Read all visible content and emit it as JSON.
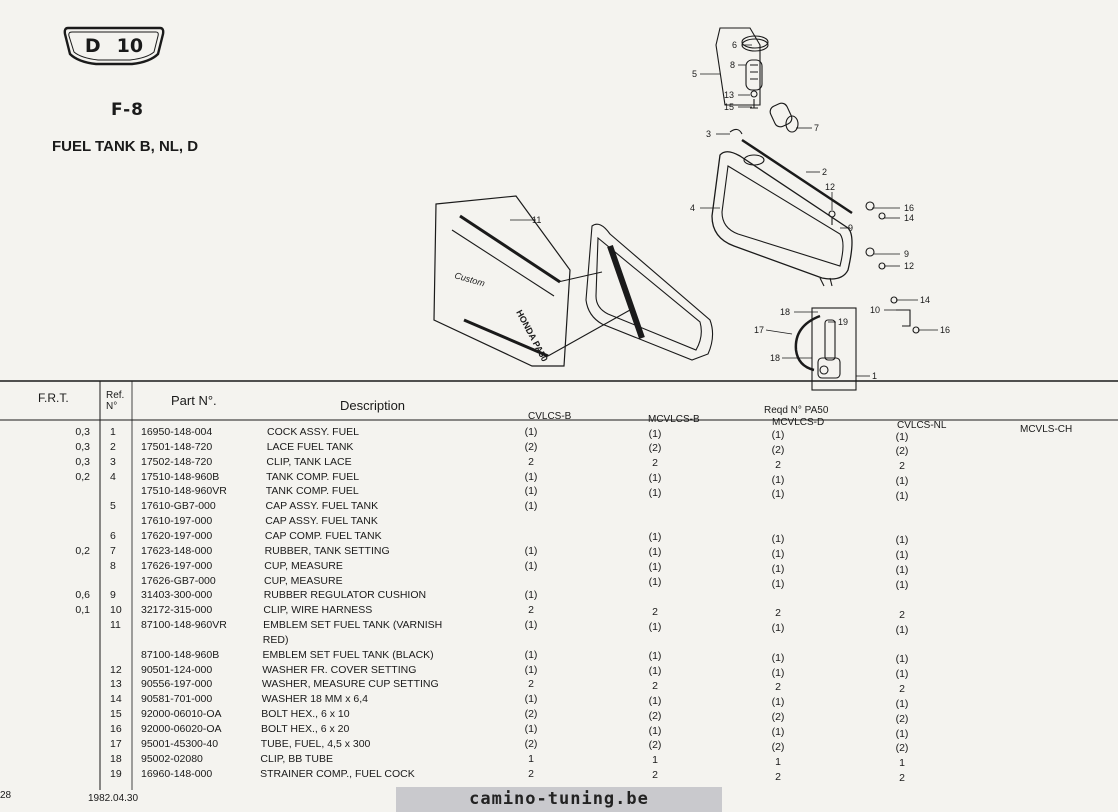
{
  "header": {
    "badge_letter": "D",
    "badge_number": "10",
    "figure_code": "F-8",
    "title": "FUEL TANK B, NL, D"
  },
  "diagram": {
    "callouts": [
      "6",
      "8",
      "5",
      "13",
      "15",
      "7",
      "3",
      "2",
      "12",
      "4",
      "16",
      "14",
      "9",
      "9",
      "12",
      "11",
      "14",
      "10",
      "16",
      "18",
      "19",
      "17",
      "18",
      "1"
    ],
    "emblem_text": "Custom",
    "brand_text": "HONDA PA50"
  },
  "table": {
    "headers": {
      "frt": "F.R.T.",
      "ref_line1": "Ref.",
      "ref_line2": "N°",
      "part": "Part N°.",
      "description": "Description",
      "reqd": "Reqd N° PA50",
      "models": [
        "CVLCS-B",
        "MCVLCS-B",
        "MCVLCS-D",
        "CVLCS-NL",
        "MCVLS-CH"
      ]
    },
    "rows": [
      {
        "frt": "0,3",
        "ref": "1",
        "part": "16950-148-004",
        "desc": "COCK ASSY. FUEL",
        "q": [
          "(1)",
          "(1)",
          "(1)",
          "(1)",
          ""
        ]
      },
      {
        "frt": "0,3",
        "ref": "2",
        "part": "17501-148-720",
        "desc": "LACE FUEL TANK",
        "q": [
          "(2)",
          "(2)",
          "(2)",
          "(2)",
          ""
        ]
      },
      {
        "frt": "0,3",
        "ref": "3",
        "part": "17502-148-720",
        "desc": "CLIP, TANK LACE",
        "q": [
          "2",
          "2",
          "2",
          "2",
          ""
        ]
      },
      {
        "frt": "0,2",
        "ref": "4",
        "part": "17510-148-960B",
        "desc": "TANK COMP. FUEL",
        "q": [
          "(1)",
          "(1)",
          "(1)",
          "(1)",
          ""
        ]
      },
      {
        "frt": "",
        "ref": "",
        "part": "17510-148-960VR",
        "desc": "TANK COMP. FUEL",
        "q": [
          "(1)",
          "(1)",
          "(1)",
          "(1)",
          ""
        ]
      },
      {
        "frt": "",
        "ref": "5",
        "part": "17610-GB7-000",
        "desc": "CAP ASSY. FUEL TANK",
        "q": [
          "(1)",
          "",
          "",
          "",
          ""
        ]
      },
      {
        "frt": "",
        "ref": "",
        "part": "17610-197-000",
        "desc": "CAP ASSY. FUEL TANK",
        "q": [
          "",
          "",
          "",
          "",
          ""
        ]
      },
      {
        "frt": "",
        "ref": "6",
        "part": "17620-197-000",
        "desc": "CAP COMP. FUEL TANK",
        "q": [
          "",
          "(1)",
          "(1)",
          "(1)",
          ""
        ]
      },
      {
        "frt": "0,2",
        "ref": "7",
        "part": "17623-148-000",
        "desc": "RUBBER, TANK SETTING",
        "q": [
          "(1)",
          "(1)",
          "(1)",
          "(1)",
          ""
        ]
      },
      {
        "frt": "",
        "ref": "8",
        "part": "17626-197-000",
        "desc": "CUP, MEASURE",
        "q": [
          "(1)",
          "(1)",
          "(1)",
          "(1)",
          ""
        ]
      },
      {
        "frt": "",
        "ref": "",
        "part": "17626-GB7-000",
        "desc": "CUP, MEASURE",
        "q": [
          "",
          "(1)",
          "(1)",
          "(1)",
          ""
        ]
      },
      {
        "frt": "0,6",
        "ref": "9",
        "part": "31403-300-000",
        "desc": "RUBBER REGULATOR CUSHION",
        "q": [
          "(1)",
          "",
          "",
          "",
          ""
        ]
      },
      {
        "frt": "0,1",
        "ref": "10",
        "part": "32172-315-000",
        "desc": "CLIP, WIRE HARNESS",
        "q": [
          "2",
          "2",
          "2",
          "2",
          ""
        ]
      },
      {
        "frt": "",
        "ref": "11",
        "part": "87100-148-960VR",
        "desc": "EMBLEM SET FUEL TANK (VARNISH",
        "q": [
          "(1)",
          "(1)",
          "(1)",
          "(1)",
          ""
        ]
      },
      {
        "frt": "",
        "ref": "",
        "part": "",
        "desc": "RED)",
        "q": [
          "",
          "",
          "",
          "",
          ""
        ]
      },
      {
        "frt": "",
        "ref": "",
        "part": "87100-148-960B",
        "desc": "EMBLEM SET FUEL TANK (BLACK)",
        "q": [
          "(1)",
          "(1)",
          "(1)",
          "(1)",
          ""
        ]
      },
      {
        "frt": "",
        "ref": "12",
        "part": "90501-124-000",
        "desc": "WASHER FR. COVER SETTING",
        "q": [
          "(1)",
          "(1)",
          "(1)",
          "(1)",
          ""
        ]
      },
      {
        "frt": "",
        "ref": "13",
        "part": "90556-197-000",
        "desc": "WASHER, MEASURE CUP SETTING",
        "q": [
          "2",
          "2",
          "2",
          "2",
          ""
        ]
      },
      {
        "frt": "",
        "ref": "14",
        "part": "90581-701-000",
        "desc": "WASHER 18 MM x 6,4",
        "q": [
          "(1)",
          "(1)",
          "(1)",
          "(1)",
          ""
        ]
      },
      {
        "frt": "",
        "ref": "15",
        "part": "92000-06010-OA",
        "desc": "BOLT HEX., 6 x 10",
        "q": [
          "(2)",
          "(2)",
          "(2)",
          "(2)",
          ""
        ]
      },
      {
        "frt": "",
        "ref": "16",
        "part": "92000-06020-OA",
        "desc": "BOLT HEX., 6 x 20",
        "q": [
          "(1)",
          "(1)",
          "(1)",
          "(1)",
          ""
        ]
      },
      {
        "frt": "",
        "ref": "17",
        "part": "95001-45300-40",
        "desc": "TUBE, FUEL, 4,5 x 300",
        "q": [
          "(2)",
          "(2)",
          "(2)",
          "(2)",
          ""
        ]
      },
      {
        "frt": "",
        "ref": "18",
        "part": "95002-02080",
        "desc": "CLIP, BB TUBE",
        "q": [
          "1",
          "1",
          "1",
          "1",
          ""
        ]
      },
      {
        "frt": "",
        "ref": "19",
        "part": "16960-148-000",
        "desc": "STRAINER COMP., FUEL COCK",
        "q": [
          "2",
          "2",
          "2",
          "2",
          ""
        ]
      }
    ]
  },
  "footer": {
    "page": "28",
    "date": "1982.04.30",
    "watermark": "camino-tuning.be"
  }
}
